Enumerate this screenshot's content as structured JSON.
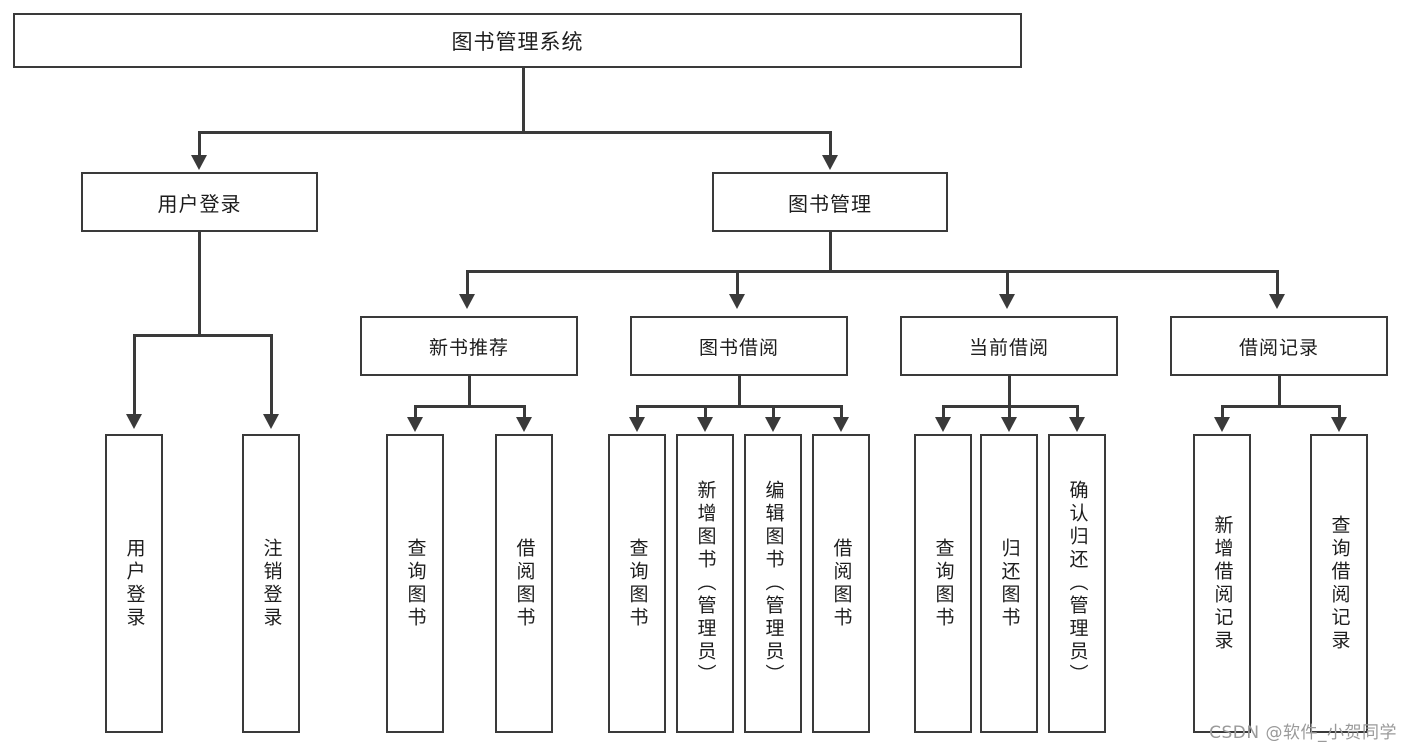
{
  "diagram": {
    "kind": "tree-hierarchy-chart",
    "title": "图书管理系统",
    "root": {
      "label": "图书管理系统"
    },
    "level2": [
      {
        "label": "用户登录"
      },
      {
        "label": "图书管理"
      }
    ],
    "level3": [
      {
        "label": "新书推荐"
      },
      {
        "label": "图书借阅"
      },
      {
        "label": "当前借阅"
      },
      {
        "label": "借阅记录"
      }
    ],
    "leaves": {
      "user_login": [
        {
          "label": "用户登录"
        },
        {
          "label": "注销登录"
        }
      ],
      "new_book_recommend": [
        {
          "label": "查询图书"
        },
        {
          "label": "借阅图书"
        }
      ],
      "book_borrow": [
        {
          "label": "查询图书"
        },
        {
          "label": "新增图书（管理员）"
        },
        {
          "label": "编辑图书（管理员）"
        },
        {
          "label": "借阅图书"
        }
      ],
      "current_borrow": [
        {
          "label": "查询图书"
        },
        {
          "label": "归还图书"
        },
        {
          "label": "确认归还（管理员）"
        }
      ],
      "borrow_record": [
        {
          "label": "新增借阅记录"
        },
        {
          "label": "查询借阅记录"
        }
      ]
    }
  },
  "watermark": {
    "text": "CSDN @软件_小贺同学"
  },
  "colors": {
    "stroke": "#3a3a3a",
    "background": "#ffffff",
    "text": "#1d1d1d",
    "watermark": "#9a9a9a"
  }
}
